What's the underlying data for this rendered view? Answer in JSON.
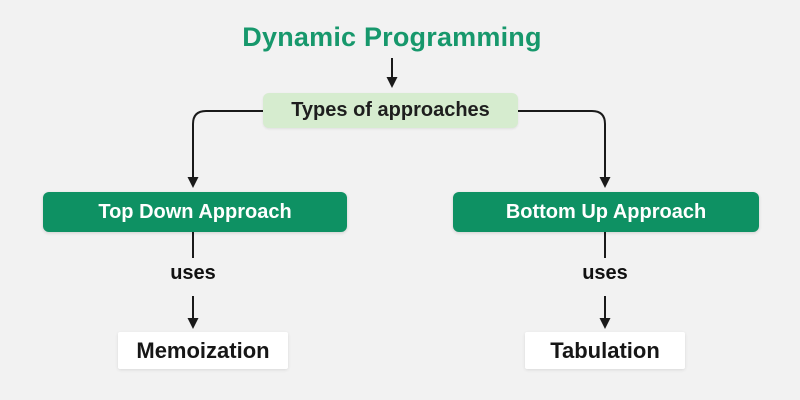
{
  "title": "Dynamic Programming",
  "nodes": {
    "types": "Types of approaches",
    "top_down": "Top Down Approach",
    "bottom_up": "Bottom Up Approach",
    "uses_left": "uses",
    "uses_right": "uses",
    "memoization": "Memoization",
    "tabulation": "Tabulation"
  },
  "colors": {
    "background": "#f2f2f2",
    "title_green": "#17986c",
    "node_green": "#0e9163",
    "node_light_green": "#d6eccf",
    "node_white": "#ffffff",
    "text_dark": "#1e1e1e",
    "arrow_black": "#1a1a1a"
  },
  "diagram_type": "flowchart"
}
